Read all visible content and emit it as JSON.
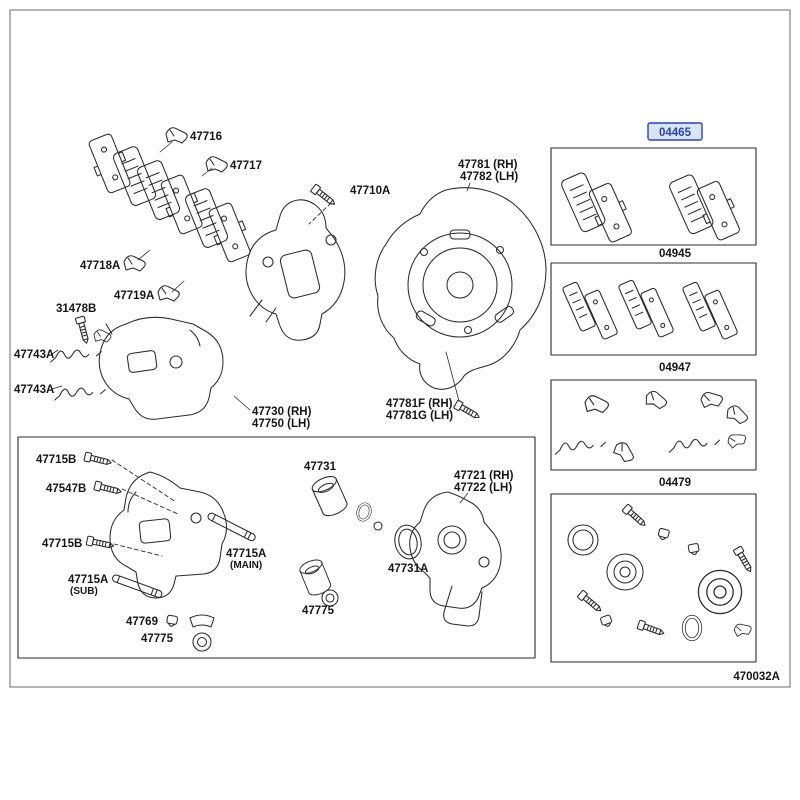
{
  "page": {
    "ref_code": "470032A",
    "background": "#ffffff",
    "line_color": "#2b2b2b",
    "highlight_color": "#2741c8",
    "highlight_bg": "#d9e6f7"
  },
  "kits": {
    "pad_kit": "04465",
    "shim_kit": "04945",
    "fitting_kit": "04947",
    "cylinder_kit": "04479"
  },
  "parts": {
    "p47716": "47716",
    "p47717": "47717",
    "p47710A": "47710A",
    "p47781_rh": "47781 (RH)",
    "p47782_lh": "47782 (LH)",
    "p47718A": "47718A",
    "p47719A": "47719A",
    "p31478B": "31478B",
    "p47743A_a": "47743A",
    "p47743A_b": "47743A",
    "p47730_rh": "47730 (RH)",
    "p47750_lh": "47750 (LH)",
    "p47781F_rh": "47781F (RH)",
    "p47781G_lh": "47781G (LH)",
    "p47715B_a": "47715B",
    "p47547B": "47547B",
    "p47715B_b": "47715B",
    "p47715A_main": "47715A",
    "p47715A_main_note": "(MAIN)",
    "p47715A_sub": "47715A",
    "p47715A_sub_note": "(SUB)",
    "p47769": "47769",
    "p47775_a": "47775",
    "p47731": "47731",
    "p47731A": "47731A",
    "p47775_b": "47775",
    "p47721_rh": "47721 (RH)",
    "p47722_lh": "47722 (LH)"
  }
}
